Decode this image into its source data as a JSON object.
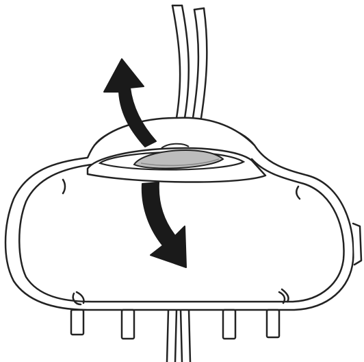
{
  "figure": {
    "kind": "instruction-illustration",
    "stroke_color": "#222222",
    "fill_color": "#ffffff",
    "insert_color": "#bdbdbd",
    "arrow_color": "#1a1a1a",
    "arrows": [
      {
        "name": "arrow-up-icon",
        "direction": "up-left"
      },
      {
        "name": "arrow-down-icon",
        "direction": "down-right"
      }
    ]
  }
}
